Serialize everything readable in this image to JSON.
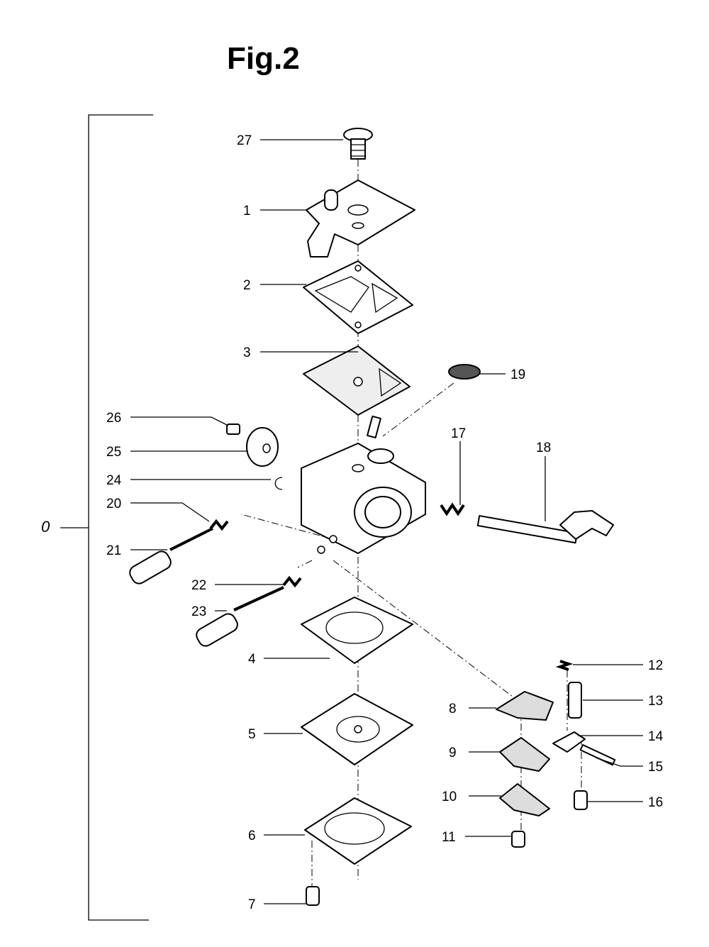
{
  "figure": {
    "title": "Fig.2",
    "assembly_label": "0"
  },
  "callouts": [
    {
      "id": "c27",
      "number": "27",
      "part": "cap-screw"
    },
    {
      "id": "c1",
      "number": "1",
      "part": "pump-cover"
    },
    {
      "id": "c2",
      "number": "2",
      "part": "gasket"
    },
    {
      "id": "c3",
      "number": "3",
      "part": "pump-diaphragm"
    },
    {
      "id": "c19",
      "number": "19",
      "part": "filter-screen"
    },
    {
      "id": "c26",
      "number": "26",
      "part": "screw"
    },
    {
      "id": "c25",
      "number": "25",
      "part": "throttle-disc"
    },
    {
      "id": "c24",
      "number": "24",
      "part": "e-clip"
    },
    {
      "id": "c17",
      "number": "17",
      "part": "spring"
    },
    {
      "id": "c18",
      "number": "18",
      "part": "throttle-shaft"
    },
    {
      "id": "c20",
      "number": "20",
      "part": "spring"
    },
    {
      "id": "c21",
      "number": "21",
      "part": "adjusting-needle"
    },
    {
      "id": "c22",
      "number": "22",
      "part": "spring"
    },
    {
      "id": "c23",
      "number": "23",
      "part": "adjusting-needle"
    },
    {
      "id": "c4",
      "number": "4",
      "part": "gasket"
    },
    {
      "id": "c12",
      "number": "12",
      "part": "spring"
    },
    {
      "id": "c13",
      "number": "13",
      "part": "inlet-needle"
    },
    {
      "id": "c8",
      "number": "8",
      "part": "plate"
    },
    {
      "id": "c14",
      "number": "14",
      "part": "lever"
    },
    {
      "id": "c5",
      "number": "5",
      "part": "metering-diaphragm"
    },
    {
      "id": "c9",
      "number": "9",
      "part": "plate"
    },
    {
      "id": "c15",
      "number": "15",
      "part": "pin"
    },
    {
      "id": "c10",
      "number": "10",
      "part": "plate"
    },
    {
      "id": "c16",
      "number": "16",
      "part": "screw"
    },
    {
      "id": "c6",
      "number": "6",
      "part": "cover"
    },
    {
      "id": "c11",
      "number": "11",
      "part": "screw"
    },
    {
      "id": "c7",
      "number": "7",
      "part": "screw"
    }
  ]
}
